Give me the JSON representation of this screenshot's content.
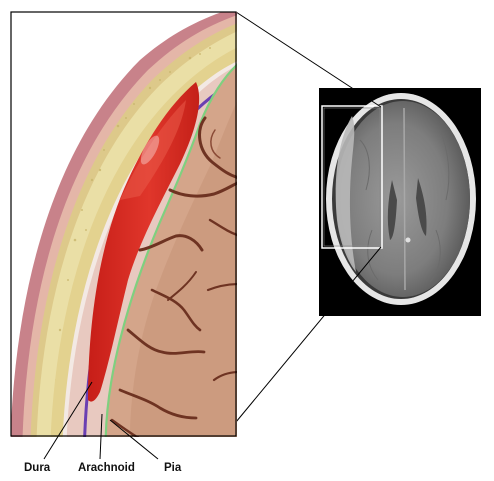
{
  "labels": {
    "dura": "Dura",
    "arachnoid": "Arachnoid",
    "pia": "Pia"
  },
  "colors": {
    "hematoma": "#d42a22",
    "brain": "#d4a58a",
    "sulcus": "#6e3322",
    "pia": "#7fd07f",
    "arachnoid": "#6a3fb2",
    "dura": "#e8c9c0",
    "skull": "#eadfa6",
    "scalp": "#c8828a",
    "ct_background": "#000000"
  }
}
